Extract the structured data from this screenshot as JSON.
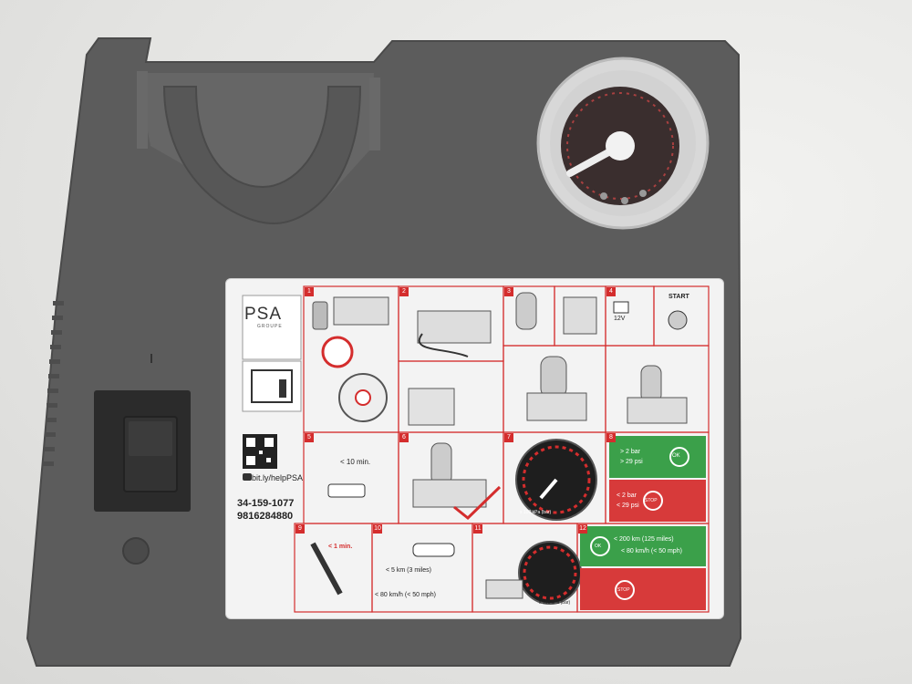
{
  "label": {
    "brand": "PSA",
    "brand_sub": "GROUPE",
    "url": "bit.ly/helpPSA",
    "part_number_1": "34-159-1077",
    "part_number_2": "9816284880",
    "step_5_time": "< 10 min.",
    "step_4_voltage": "12V",
    "step_4_start": "START",
    "step_8_ok_line1": "> 2 bar",
    "step_8_ok_line2": "> 29 psi",
    "step_8_stop_line1": "< 2 bar",
    "step_8_stop_line2": "< 29 psi",
    "ok": "OK",
    "stop": "STOP",
    "step_9_time": "< 1 min.",
    "step_10_distance": "< 5 km (3 miles)",
    "step_10_speed": "< 80 km/h (< 50 mph)",
    "step_12_distance": "< 200 km (125 miles)",
    "step_12_speed": "< 80 km/h (< 50 mph)",
    "gauge_unit": "x 100 kPa (bar)",
    "steps": [
      "1",
      "2",
      "3",
      "4",
      "5",
      "6",
      "7",
      "8",
      "9",
      "10",
      "11",
      "12"
    ]
  },
  "colors": {
    "housing": "#5b5b5b",
    "accent_red": "#d42d2d",
    "ok_green": "#3ba04a"
  }
}
